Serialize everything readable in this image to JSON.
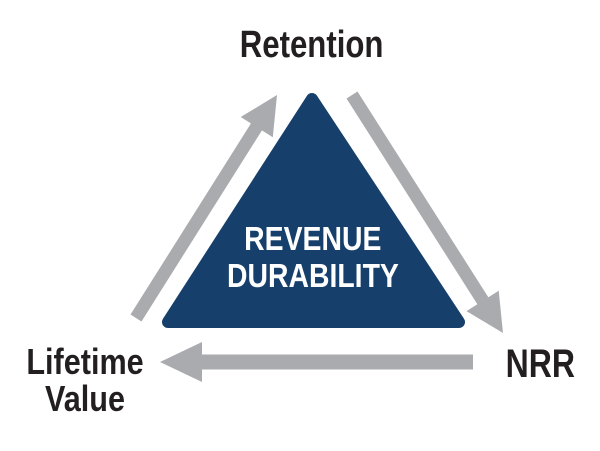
{
  "diagram": {
    "type": "cycle-triangle",
    "center": {
      "line1": "REVENUE",
      "line2": "DURABILITY"
    },
    "nodes": {
      "retention": "Retention",
      "lifetime_value": {
        "line1": "Lifetime",
        "line2": "Value"
      },
      "nrr": "NRR"
    },
    "edges": [
      {
        "from": "Lifetime Value",
        "to": "Retention",
        "direction": "up-right"
      },
      {
        "from": "Retention",
        "to": "NRR",
        "direction": "down-right"
      },
      {
        "from": "NRR",
        "to": "Lifetime Value",
        "direction": "left"
      }
    ],
    "colors": {
      "triangle": "#16406b",
      "arrow": "#a9abae",
      "label_text": "#231f20",
      "center_text": "#ffffff",
      "background": "#ffffff"
    }
  }
}
